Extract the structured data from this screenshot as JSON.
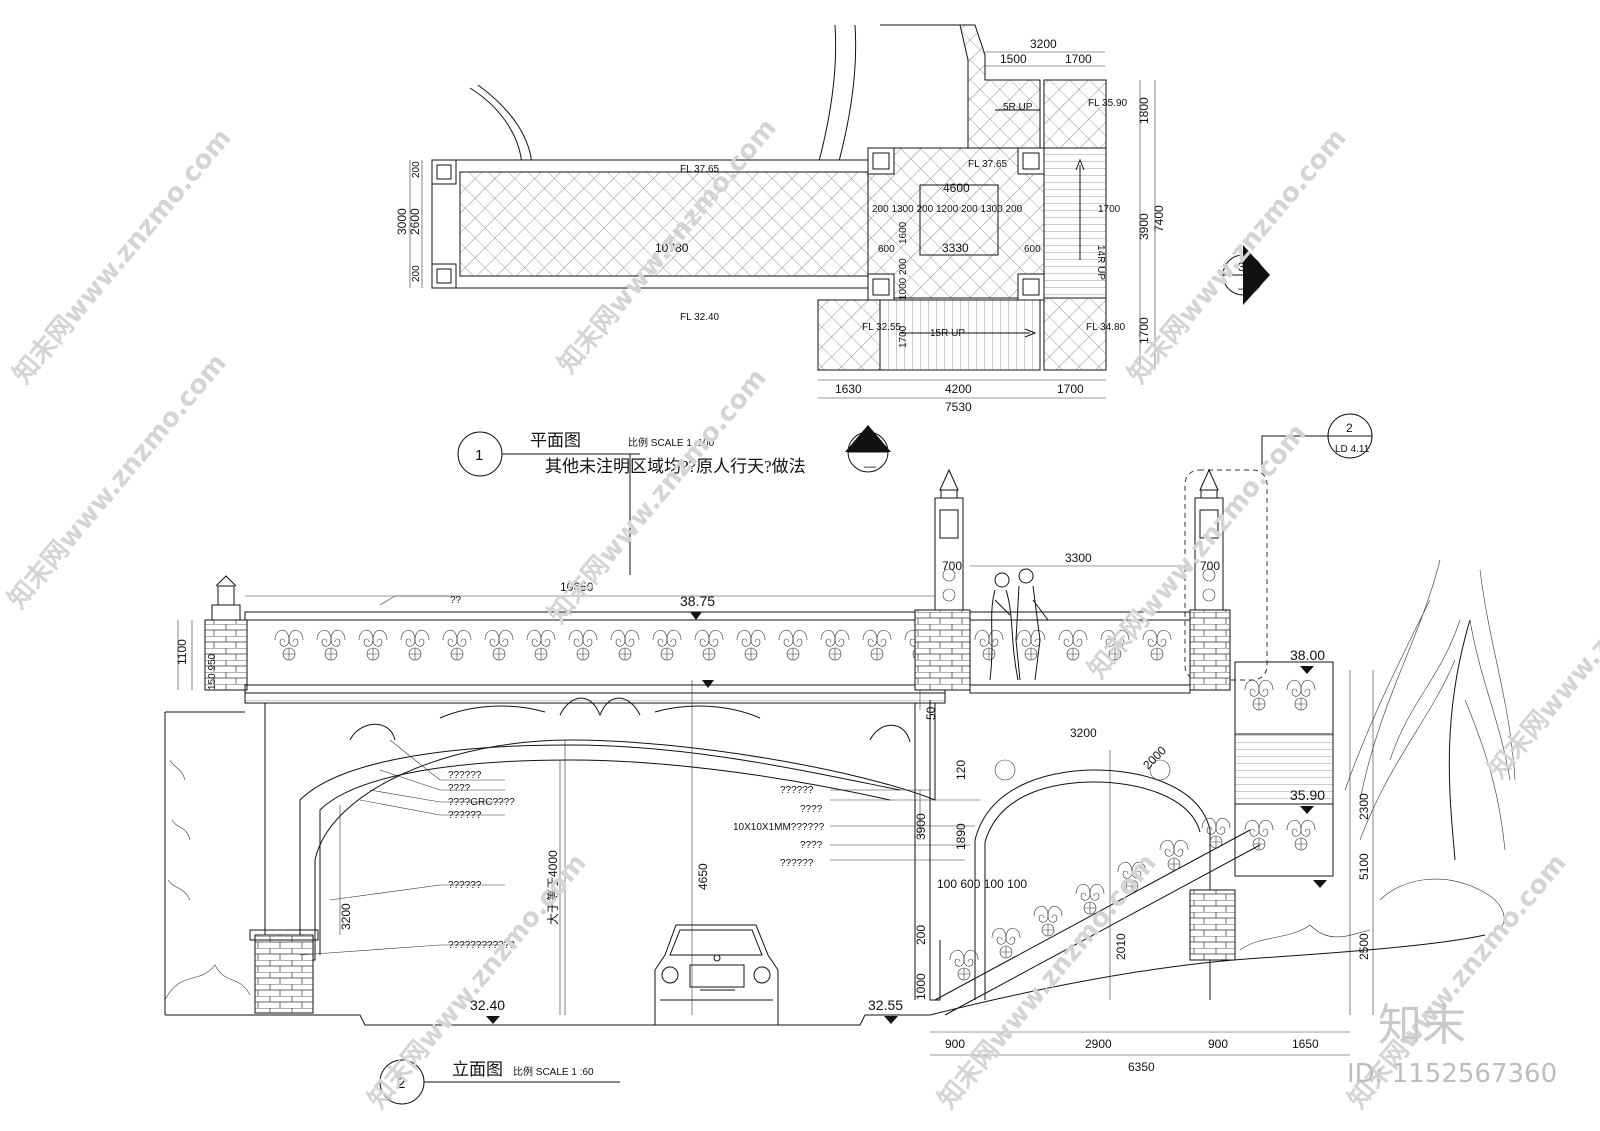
{
  "plan": {
    "title": "平面图",
    "scale": "比例 SCALE 1 :100",
    "note": "其他未注明区域均??原人行天?做法",
    "section_num": "1",
    "dims": {
      "d3200": "3200",
      "d1500": "1500",
      "d1700a": "1700",
      "d1800": "1800",
      "d3900": "3900",
      "d7400": "7400",
      "d1700b": "1700",
      "d3000": "3000",
      "d2600": "2600",
      "d200a": "200",
      "d200b": "200",
      "d10780": "10780",
      "d4600": "4600",
      "d3330": "3330",
      "d1630": "1630",
      "d4200": "4200",
      "d1700c": "1700",
      "d7530": "7530",
      "d600a": "600",
      "d600b": "600",
      "d1600": "1600",
      "dseq": "200 1300 200 1200 200 1300 200",
      "d1000a": "1000 200",
      "d1700d": "1700",
      "d1700e": "1700"
    },
    "labels": {
      "fl1": "FL 37.65",
      "fl2": "FL 37.65",
      "fl3": "FL 35.90",
      "fl4": "FL 32.40",
      "fl5": "FL 32.55",
      "fl6": "FL 34.80",
      "st1": "5R  UP",
      "st2": "14R  UP",
      "st3": "15R  UP"
    }
  },
  "section_mark": {
    "num": "2",
    "dash": "—"
  },
  "north_mark": {
    "num": "3",
    "dash": "—"
  },
  "detail_ref": {
    "num": "2",
    "ref": "LD 4.11"
  },
  "elevation": {
    "title": "立面图",
    "scale": "比例 SCALE 1 :60",
    "section_num": "2",
    "levels": {
      "l3875": "38.75",
      "l3800": "38.00",
      "l3590": "35.90",
      "l3240": "32.40",
      "l3255": "32.55"
    },
    "dims": {
      "d10650": "10650",
      "d3300": "3300",
      "d700a": "700",
      "d700b": "700",
      "d1100": "1100",
      "d150": "150 950",
      "d50": "50",
      "d3200top": "3200",
      "d2000": "2000",
      "d120": "120",
      "d3900": "3900",
      "d1890": "1890",
      "d100": "100 600 100 100",
      "d200": "200",
      "d1000": "1000",
      "d2010": "2010",
      "d4650": "4650",
      "d4000": "大于等于4000",
      "d3200": "3200",
      "d5100": "5100",
      "d2300": "2300",
      "d2000r": "2500",
      "d900a": "900",
      "d2900": "2900",
      "d900b": "900",
      "d1650": "1650",
      "d6350": "6350"
    },
    "callouts": {
      "c0": "??",
      "c1": "??????",
      "c2": "????",
      "c3": "????GRC????",
      "c4": "??????",
      "c5": "??????",
      "c6": "????????????",
      "c7": "??????",
      "c8": "????",
      "c9": "10X10X1MM??????",
      "c10": "????",
      "c11": "??????"
    }
  },
  "watermark": {
    "text": "知末网www.znzmo.com",
    "logo": "知末",
    "id": "ID: 1152567360"
  }
}
